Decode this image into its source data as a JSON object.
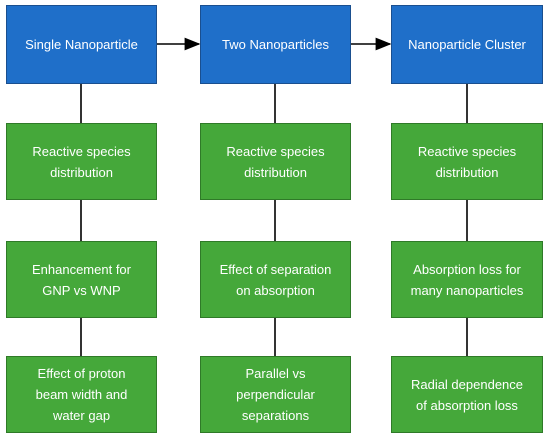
{
  "columns": [
    {
      "header": "Single Nanoparticle",
      "steps": [
        "Reactive species\ndistribution",
        "Enhancement for\nGNP vs WNP",
        "Effect of proton\nbeam width and\nwater gap"
      ]
    },
    {
      "header": "Two Nanoparticles",
      "steps": [
        "Reactive species\ndistribution",
        "Effect of separation\non absorption",
        "Parallel vs\nperpendicular\nseparations"
      ]
    },
    {
      "header": "Nanoparticle Cluster",
      "steps": [
        "Reactive species\ndistribution",
        "Absorption loss for\nmany nanoparticles",
        "Radial dependence\nof absorption loss"
      ]
    }
  ],
  "colors": {
    "header_fill": "#1f6fc9",
    "step_fill": "#45a83a",
    "connector": "#000000",
    "text": "#ffffff"
  }
}
